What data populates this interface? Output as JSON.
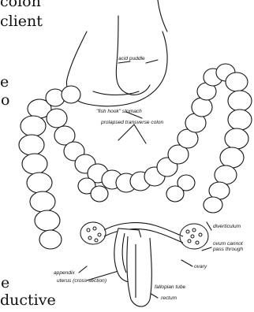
{
  "page_text": {
    "line1": "colon",
    "line2": "client",
    "line3": "e",
    "line4": "o",
    "line5": "e",
    "line6": "ductive"
  },
  "labels": {
    "acid_puddle": "acid puddle",
    "fish_hook_stomach": "\"fish hook\" stomach",
    "prolapsed_transverse_colon": "prolapsed transverse colon",
    "diverticulum": "diverticulum",
    "ovum_cannot_pass_through_line1": "ovum cannot",
    "ovum_cannot_pass_through_line2": "pass through",
    "appendix": "appendix",
    "ovary": "ovary",
    "uterus_cross_section": "uterus (cross section)",
    "fallopian_tube": "fallopian tube",
    "rectum": "rectum"
  },
  "colors": {
    "ink": "#111111",
    "paper": "#ffffff"
  }
}
